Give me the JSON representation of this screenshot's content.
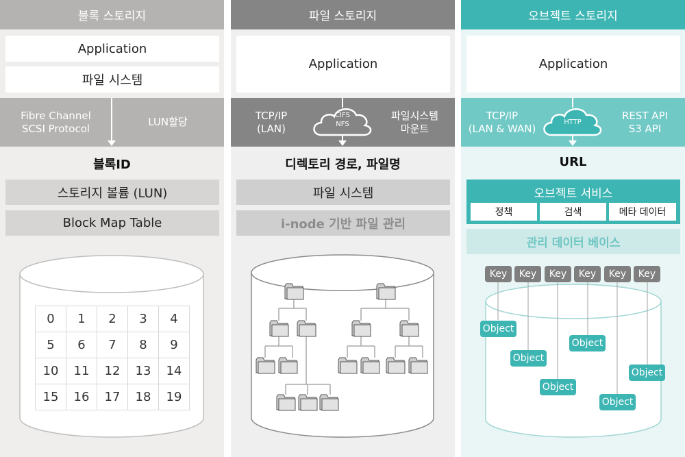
{
  "colors": {
    "block_header": "#b4b3b1",
    "file_header": "#858585",
    "object_header": "#3db5b3",
    "object_protocol": "#71c9c6",
    "object_accent": "#3db5b3",
    "key_box": "#7f7f7f"
  },
  "block": {
    "title": "블록 스토리지",
    "app": "Application",
    "fs": "파일 시스템",
    "protocol_left_1": "Fibre Channel",
    "protocol_left_2": "SCSI Protocol",
    "protocol_right": "LUN할당",
    "id_label": "블록ID",
    "bar1": "스토리지 볼륨 (LUN)",
    "bar2": "Block Map Table",
    "grid": [
      [
        "0",
        "1",
        "2",
        "3",
        "4"
      ],
      [
        "5",
        "6",
        "7",
        "8",
        "9"
      ],
      [
        "10",
        "11",
        "12",
        "13",
        "14"
      ],
      [
        "15",
        "16",
        "17",
        "18",
        "19"
      ]
    ]
  },
  "file": {
    "title": "파일 스토리지",
    "app": "Application",
    "protocol_left_1": "TCP/IP",
    "protocol_left_2": "(LAN)",
    "cloud_1": "CIFS",
    "cloud_2": "NFS",
    "protocol_right_1": "파일시스템",
    "protocol_right_2": "마운트",
    "id_label": "디렉토리 경로, 파일명",
    "bar1": "파일 시스템",
    "bar2": "i-node 기반 파일 관리"
  },
  "object": {
    "title": "오브젝트 스토리지",
    "app": "Application",
    "protocol_left_1": "TCP/IP",
    "protocol_left_2": "(LAN & WAN)",
    "cloud": "HTTP",
    "protocol_right_1": "REST API",
    "protocol_right_2": "S3 API",
    "id_label": "URL",
    "service_title": "오브젝트 서비스",
    "service_items": [
      "정책",
      "검색",
      "메타 데이터"
    ],
    "mgmt_db": "관리 데이터 베이스",
    "key_label": "Key",
    "object_label": "Object",
    "key_count": 6,
    "object_count": 6
  }
}
